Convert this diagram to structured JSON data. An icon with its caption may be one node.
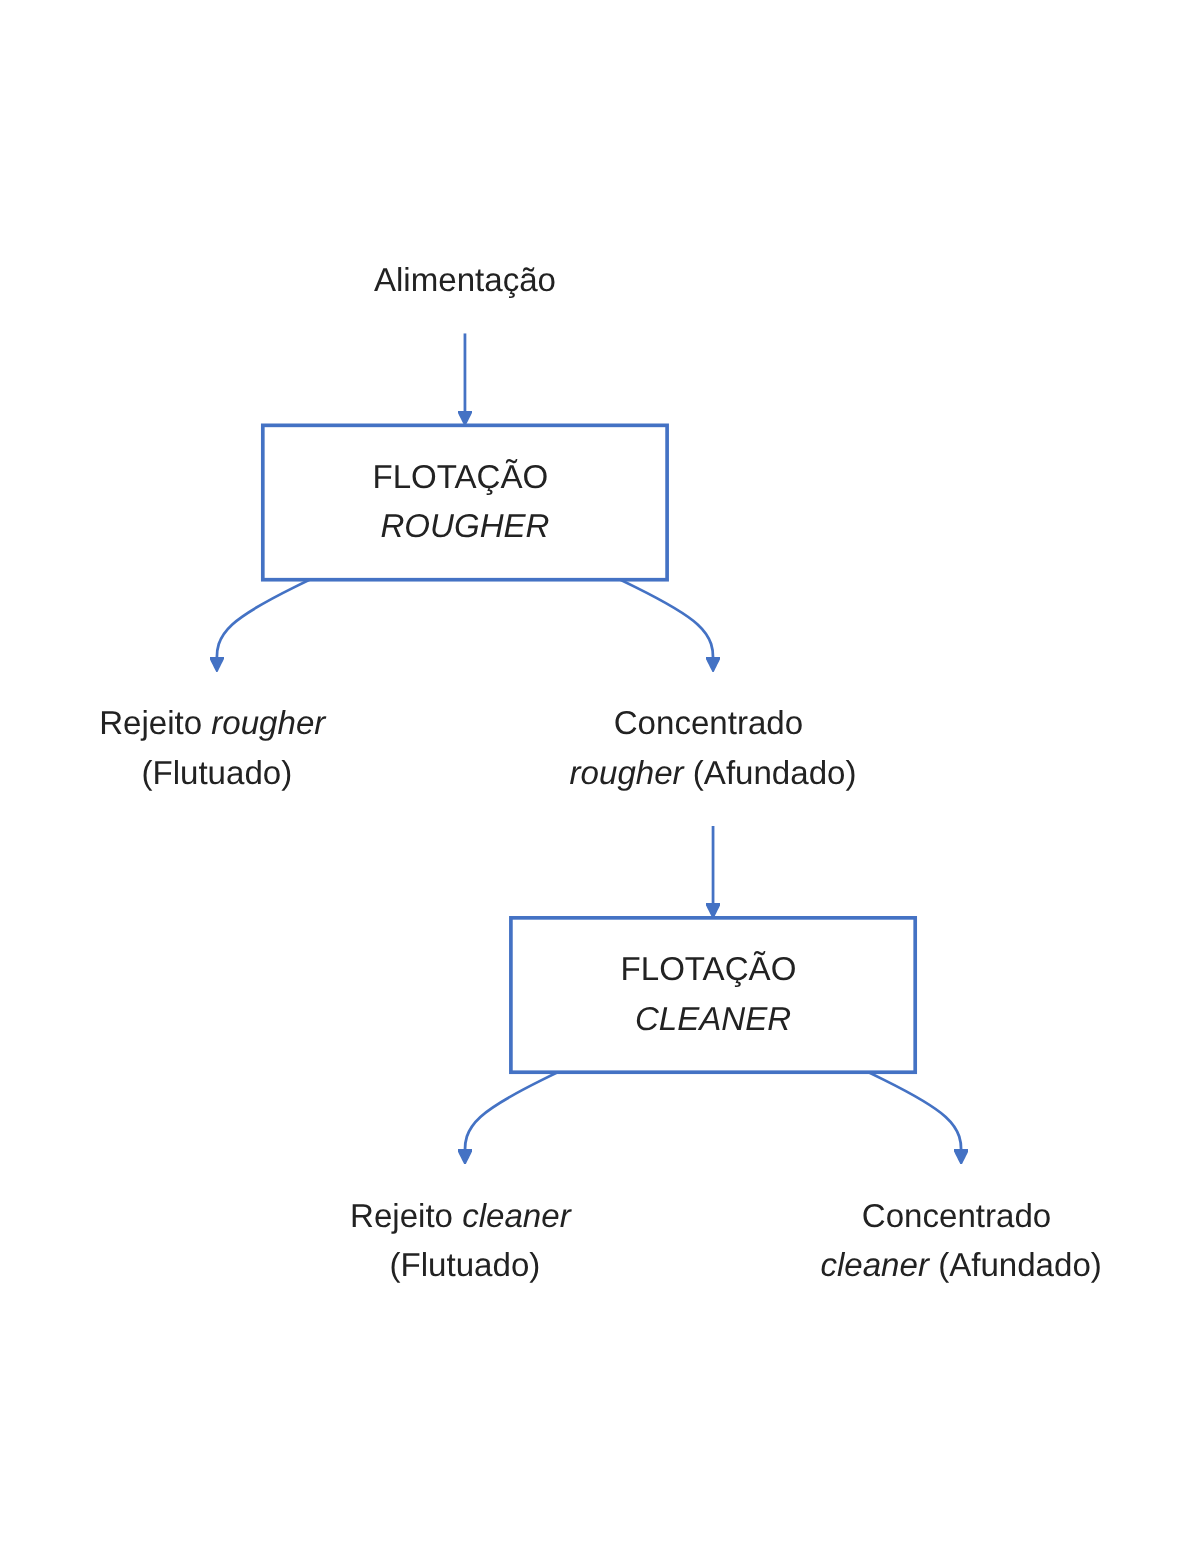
{
  "diagram": {
    "nodes": [
      {
        "text": [
          "Alimentação"
        ]
      },
      {
        "text": [
          "FLOTAÇÃO *ROUGHER*"
        ]
      },
      {
        "text": [
          "Rejeito *rougher* (Flutuado)"
        ]
      },
      {
        "text": [
          "Concentrado *rougher* (Afundado)"
        ]
      },
      {
        "text": [
          "FLOTAÇÃO *CLEANER*"
        ]
      },
      {
        "text": [
          "Rejeito *cleaner* (Flutuado)"
        ]
      },
      {
        "text": [
          "Concentrado *cleaner* (Afundado)"
        ]
      }
    ],
    "edges": [
      {
        "from": 0,
        "to": 1,
        "arrow": "to"
      },
      {
        "from": 1,
        "to": 2,
        "arrow": "to"
      },
      {
        "from": 1,
        "to": 3,
        "arrow": "to"
      },
      {
        "from": 3,
        "to": 4,
        "arrow": "to"
      },
      {
        "from": 4,
        "to": 5,
        "arrow": "to"
      },
      {
        "from": 4,
        "to": 6,
        "arrow": "to"
      }
    ]
  }
}
